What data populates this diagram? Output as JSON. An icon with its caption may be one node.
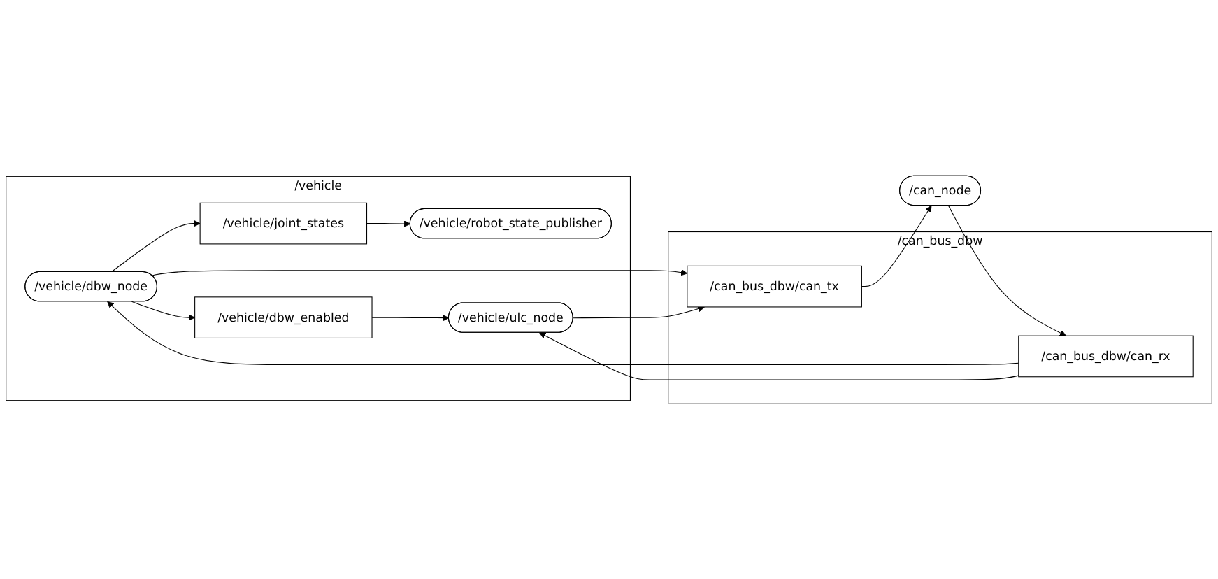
{
  "diagram": {
    "nodes": [
      {
        "text": [
          "/vehicle"
        ]
      },
      {
        "text": [
          "/vehicle/joint_states"
        ],
        "in": 0
      },
      {
        "text": [
          "/vehicle/robot_state_publisher"
        ],
        "in": 0
      },
      {
        "text": [
          "/vehicle/dbw_node"
        ],
        "in": 0
      },
      {
        "text": [
          "/vehicle/dbw_enabled"
        ],
        "in": 0
      },
      {
        "text": [
          "/vehicle/ulc_node"
        ],
        "in": 0
      },
      {
        "text": [
          "/can_bus_dbw"
        ]
      },
      {
        "text": [
          "/can_bus_dbw/can_rx"
        ],
        "in": 6
      },
      {
        "text": [
          "/can_bus_dbw/can_tx"
        ],
        "in": 6
      },
      {
        "text": [
          "/can_node"
        ]
      }
    ],
    "edges": [
      {
        "from": 3,
        "to": 1,
        "arrow": "to"
      },
      {
        "from": 1,
        "to": 2,
        "arrow": "to"
      },
      {
        "from": 3,
        "to": 4,
        "arrow": "to"
      },
      {
        "from": 4,
        "to": 5,
        "arrow": "to"
      },
      {
        "from": 7,
        "to": 3,
        "arrow": "to"
      },
      {
        "from": 3,
        "to": 8,
        "arrow": "to"
      },
      {
        "from": 7,
        "to": 5,
        "arrow": "to"
      },
      {
        "from": 5,
        "to": 8,
        "arrow": "to"
      },
      {
        "from": 9,
        "to": 7,
        "arrow": "to"
      },
      {
        "from": 8,
        "to": 9,
        "arrow": "to"
      }
    ]
  }
}
